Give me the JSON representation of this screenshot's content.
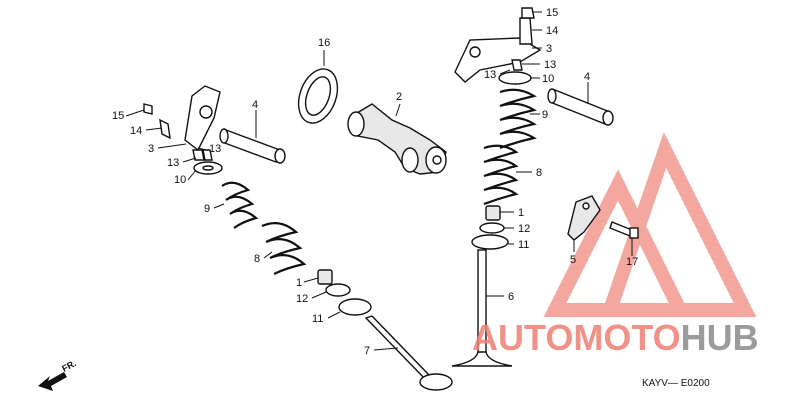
{
  "diagram": {
    "callouts": {
      "c1_left": "1",
      "c1_right": "1",
      "c2": "2",
      "c3_left": "3",
      "c3_right": "3",
      "c4_left": "4",
      "c4_right": "4",
      "c5": "5",
      "c6": "6",
      "c7": "7",
      "c8_left": "8",
      "c8_right": "8",
      "c9_left": "9",
      "c9_right": "9",
      "c10_left": "10",
      "c10_right": "10",
      "c11_left": "11",
      "c11_right": "11",
      "c12_left": "12",
      "c12_right": "12",
      "c13_left_a": "13",
      "c13_left_b": "13",
      "c13_right_a": "13",
      "c13_right_b": "13",
      "c14_left": "14",
      "c14_right": "14",
      "c15_left": "15",
      "c15_right": "15",
      "c16": "16",
      "c17": "17"
    },
    "front_marker": "FR.",
    "drawing_code": "KAYV— E0200"
  },
  "watermark": {
    "text_red": "AUTOMOTO",
    "text_dark": "HUB",
    "colors": {
      "orange": "#f2b36a",
      "red": "#ee7f73",
      "dark": "#8a8a8a",
      "triangle": "#f08a80"
    }
  }
}
